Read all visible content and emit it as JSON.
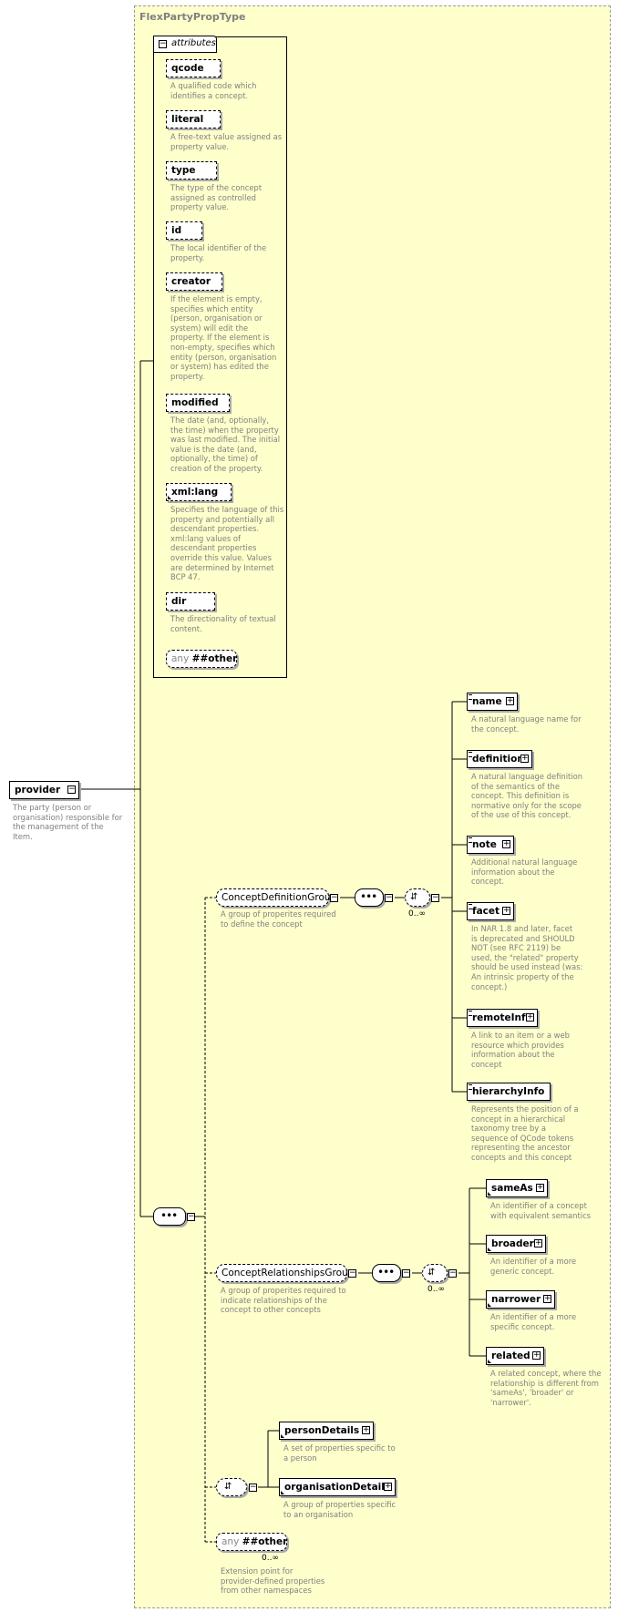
{
  "type_name": "FlexPartyPropType",
  "attributes_label": "attributes",
  "attributes": [
    {
      "name": "qcode",
      "desc": [
        "A qualified code which",
        "identifies a concept."
      ]
    },
    {
      "name": "literal",
      "desc": [
        "A free-text value assigned as",
        "property value."
      ]
    },
    {
      "name": "type",
      "desc": [
        "The type of the concept",
        "assigned as controlled",
        "property value."
      ]
    },
    {
      "name": "id",
      "desc": [
        "The local identifier of the",
        "property."
      ]
    },
    {
      "name": "creator",
      "desc": [
        "If the element is empty,",
        "specifies which entity",
        "(person, organisation or",
        "system) will edit the",
        "property. If the element is",
        "non-empty, specifies which",
        "entity (person, organisation",
        "or system) has edited the",
        "property."
      ]
    },
    {
      "name": "modified",
      "desc": [
        "The date (and, optionally,",
        "the time) when the property",
        "was last modified. The initial",
        "value is the date (and,",
        "optionally, the time) of",
        "creation of the property."
      ]
    },
    {
      "name": "xml:lang",
      "desc": [
        "Specifies the language of this",
        "property and potentially all",
        "descendant properties.",
        "xml:lang values of",
        "descendant properties",
        "override this value. Values",
        "are determined by Internet",
        "BCP 47."
      ]
    },
    {
      "name": "dir",
      "desc": [
        "The directionality of textual",
        "content."
      ]
    }
  ],
  "attr_any": {
    "any": "any",
    "ns": "##other"
  },
  "root": {
    "name": "provider",
    "desc": [
      "The party (person or",
      "organisation) responsible for",
      "the management of the",
      "Item."
    ]
  },
  "concept_definition_group": {
    "name": "ConceptDefinitionGroup",
    "desc": [
      "A group of properites required",
      "to define the concept"
    ],
    "occurs": "0..∞",
    "children": [
      {
        "name": "name",
        "desc": [
          "A natural language name for",
          "the concept."
        ]
      },
      {
        "name": "definition",
        "desc": [
          "A natural language definition",
          "of the semantics of the",
          "concept. This definition is",
          "normative only for the scope",
          "of the use of this concept."
        ]
      },
      {
        "name": "note",
        "desc": [
          "Additional natural language",
          "information about the",
          "concept."
        ]
      },
      {
        "name": "facet",
        "desc": [
          "In NAR 1.8 and later, facet",
          "is deprecated and SHOULD",
          "NOT (see RFC 2119) be",
          "used, the \"related\" property",
          "should be used instead (was:",
          "An intrinsic property of the",
          "concept.)"
        ]
      },
      {
        "name": "remoteInfo",
        "desc": [
          "A link to an item or a web",
          "resource which provides",
          "information about the",
          "concept"
        ]
      },
      {
        "name": "hierarchyInfo",
        "desc": [
          "Represents the position of a",
          "concept in a hierarchical",
          "taxonomy tree by a",
          "sequence of QCode tokens",
          "representing the ancestor",
          "concepts and this concept"
        ]
      }
    ]
  },
  "concept_relationships_group": {
    "name": "ConceptRelationshipsGroup",
    "desc": [
      "A group of properites required to",
      "indicate relationships of the",
      "concept to other concepts"
    ],
    "occurs": "0..∞",
    "children": [
      {
        "name": "sameAs",
        "desc": [
          "An identifier of a concept",
          "with equivalent semantics"
        ]
      },
      {
        "name": "broader",
        "desc": [
          "An identifier of a more",
          "generic concept."
        ]
      },
      {
        "name": "narrower",
        "desc": [
          "An identifier of a more",
          "specific concept."
        ]
      },
      {
        "name": "related",
        "desc": [
          "A related concept, where the",
          "relationship is different from",
          "'sameAs', 'broader' or",
          "'narrower'."
        ]
      }
    ]
  },
  "details_choice": [
    {
      "name": "personDetails",
      "desc": [
        "A set of properties specific to",
        "a person"
      ]
    },
    {
      "name": "organisationDetails",
      "desc": [
        "A group of properties specific",
        "to an organisation"
      ]
    }
  ],
  "extension_any": {
    "any": "any",
    "ns": "##other",
    "occurs": "0..∞",
    "desc": [
      "Extension point for",
      "provider-defined properties",
      "from other namespaces"
    ]
  }
}
